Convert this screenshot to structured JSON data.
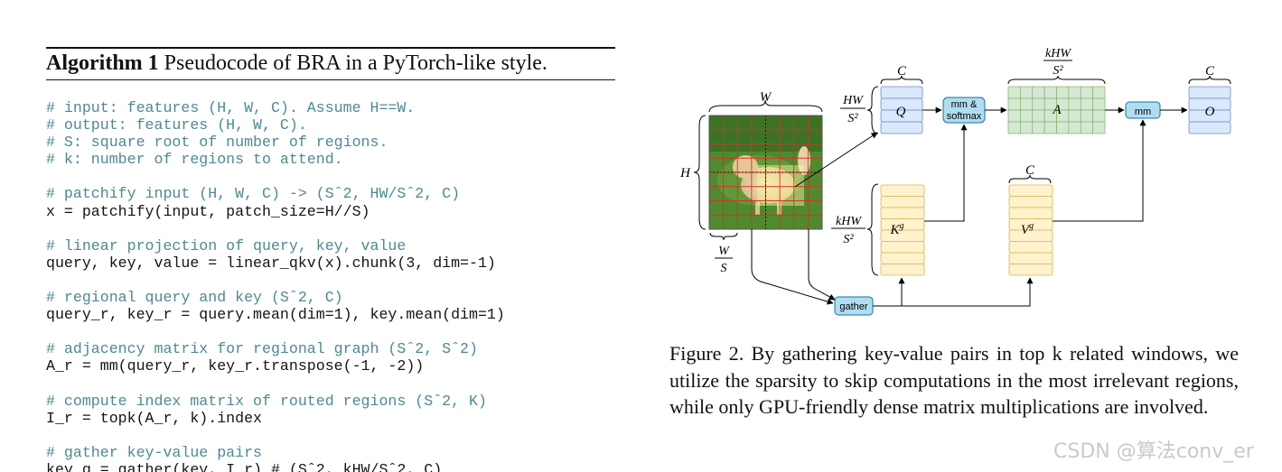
{
  "algorithm": {
    "title_bold": "Algorithm 1",
    "title_rest": " Pseudocode of BRA in a PyTorch-like style.",
    "code_lines": [
      {
        "kind": "comment",
        "text": "# input: features (H, W, C). Assume H==W."
      },
      {
        "kind": "comment",
        "text": "# output: features (H, W, C)."
      },
      {
        "kind": "comment",
        "text": "# S: square root of number of regions."
      },
      {
        "kind": "comment",
        "text": "# k: number of regions to attend."
      },
      {
        "kind": "blank",
        "text": ""
      },
      {
        "kind": "comment",
        "text": "# patchify input (H, W, C) -> (Sˆ2, HW/Sˆ2, C)"
      },
      {
        "kind": "stmt",
        "text": "x = patchify(input, patch_size=H//S)"
      },
      {
        "kind": "blank",
        "text": ""
      },
      {
        "kind": "comment",
        "text": "# linear projection of query, key, value"
      },
      {
        "kind": "stmt",
        "text": "query, key, value = linear_qkv(x).chunk(3, dim=-1)"
      },
      {
        "kind": "blank",
        "text": ""
      },
      {
        "kind": "comment",
        "text": "# regional query and key (Sˆ2, C)"
      },
      {
        "kind": "stmt",
        "text": "query_r, key_r = query.mean(dim=1), key.mean(dim=1)"
      },
      {
        "kind": "blank",
        "text": ""
      },
      {
        "kind": "comment",
        "text": "# adjacency matrix for regional graph (Sˆ2, Sˆ2)"
      },
      {
        "kind": "stmt",
        "text": "A_r = mm(query_r, key_r.transpose(-1, -2))"
      },
      {
        "kind": "blank",
        "text": ""
      },
      {
        "kind": "comment",
        "text": "# compute index matrix of routed regions (Sˆ2, K)"
      },
      {
        "kind": "stmt",
        "text": "I_r = topk(A_r, k).index"
      },
      {
        "kind": "blank",
        "text": ""
      },
      {
        "kind": "comment",
        "text": "# gather key-value pairs"
      },
      {
        "kind": "stmt",
        "text": "key_g = gather(key, I_r) # (Sˆ2, kHW/Sˆ2, C)"
      }
    ]
  },
  "figure": {
    "labels": {
      "W": "W",
      "H": "H",
      "C": "C",
      "frac_W": "W",
      "frac_S": "S",
      "frac_HW": "HW",
      "frac_S2": "S²",
      "frac_kHW": "kHW",
      "Q": "Q",
      "A": "A",
      "O": "O",
      "K": "K",
      "V": "V",
      "g": "g",
      "mm_softmax_1": "mm &",
      "mm_softmax_2": "softmax",
      "mm": "mm",
      "gather": "gather"
    },
    "colors": {
      "q_fill": "#dae8fc",
      "q_stroke": "#6c8ebf",
      "a_fill": "#d5e8d4",
      "a_stroke": "#82b366",
      "kv_fill": "#fff2cc",
      "kv_stroke": "#d6b656",
      "op_fill": "#b1ddf0",
      "op_stroke": "#10739e",
      "grid_red": "#d93025",
      "grass": "#4f8a2e",
      "dog": "#e7d2a8"
    }
  },
  "caption": {
    "text": "Figure 2. By gathering key-value pairs in top k related windows, we utilize the sparsity to skip computations in the most irrelevant regions, while only GPU-friendly dense matrix multiplications are involved."
  },
  "watermark": "CSDN @算法conv_er"
}
